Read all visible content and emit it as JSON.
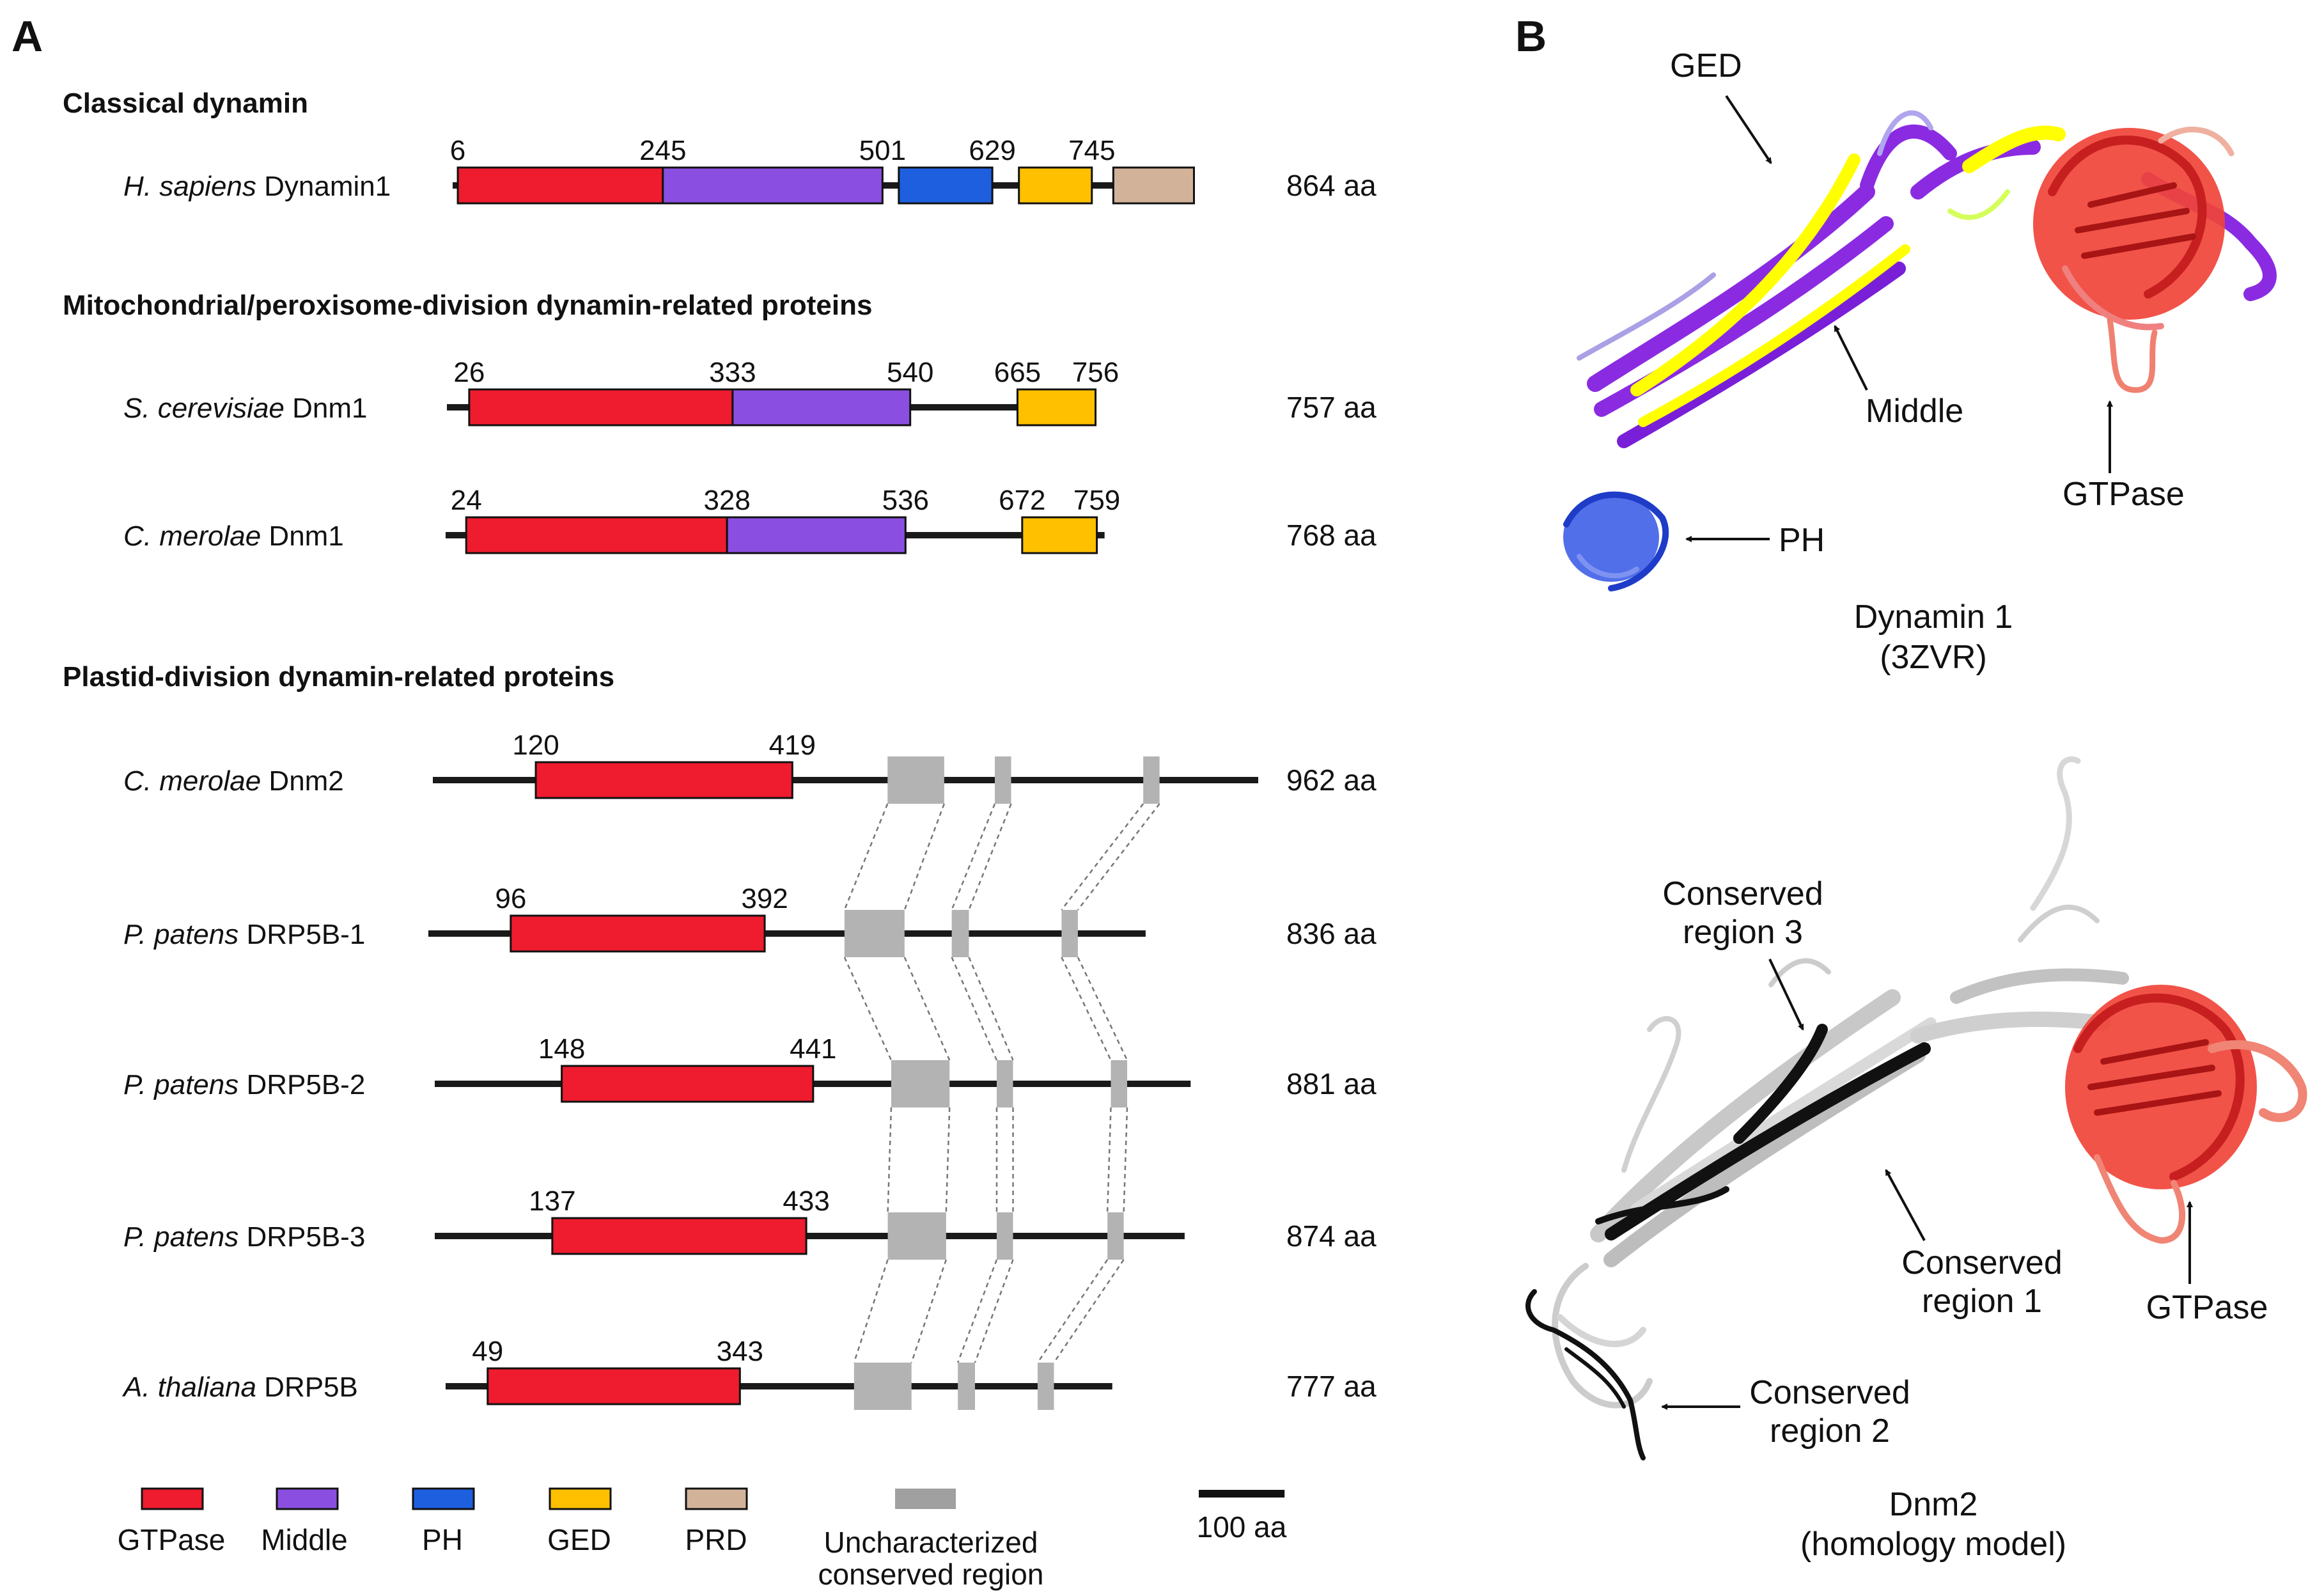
{
  "panel_a": {
    "label": "A",
    "sections": {
      "classical": "Classical dynamin",
      "mito": "Mitochondrial/peroxisome-division dynamin-related proteins",
      "plastid": "Plastid-division dynamin-related proteins"
    },
    "proteins": [
      {
        "species": "H. sapiens",
        "name": "Dynamin1",
        "length_label": "864 aa",
        "length": 864,
        "positions": [
          "6",
          "245",
          "501",
          "629",
          "745"
        ],
        "domains": [
          {
            "type": "GTPase",
            "start": 6,
            "end": 245
          },
          {
            "type": "Middle",
            "start": 245,
            "end": 501
          },
          {
            "type": "PH",
            "start": 520,
            "end": 629
          },
          {
            "type": "GED",
            "start": 660,
            "end": 745
          },
          {
            "type": "PRD",
            "start": 770,
            "end": 864
          }
        ],
        "ucr": []
      },
      {
        "species": "S. cerevisiae",
        "name": "Dnm1",
        "length_label": "757 aa",
        "length": 757,
        "positions": [
          "26",
          "333",
          "540",
          "665",
          "756"
        ],
        "domains": [
          {
            "type": "GTPase",
            "start": 26,
            "end": 333
          },
          {
            "type": "Middle",
            "start": 333,
            "end": 540
          },
          {
            "type": "GED",
            "start": 665,
            "end": 756
          }
        ],
        "ucr": []
      },
      {
        "species": "C. merolae",
        "name": "Dnm1",
        "length_label": "768 aa",
        "length": 768,
        "positions": [
          "24",
          "328",
          "536",
          "672",
          "759"
        ],
        "domains": [
          {
            "type": "GTPase",
            "start": 24,
            "end": 328
          },
          {
            "type": "Middle",
            "start": 328,
            "end": 536
          },
          {
            "type": "GED",
            "start": 672,
            "end": 759
          }
        ],
        "ucr": []
      },
      {
        "species": "C. merolae",
        "name": "Dnm2",
        "length_label": "962 aa",
        "length": 962,
        "positions": [
          "120",
          "419"
        ],
        "domains": [
          {
            "type": "GTPase",
            "start": 120,
            "end": 419
          }
        ],
        "ucr": [
          [
            530,
            596
          ],
          [
            655,
            674
          ],
          [
            828,
            847
          ]
        ]
      },
      {
        "species": "P. patens",
        "name": "DRP5B-1",
        "length_label": "836 aa",
        "length": 836,
        "positions": [
          "96",
          "392"
        ],
        "domains": [
          {
            "type": "GTPase",
            "start": 96,
            "end": 392
          }
        ],
        "ucr": [
          [
            485,
            555
          ],
          [
            610,
            630
          ],
          [
            738,
            757
          ]
        ]
      },
      {
        "species": "P. patens",
        "name": "DRP5B-2",
        "length_label": "881 aa",
        "length": 881,
        "positions": [
          "148",
          "441"
        ],
        "domains": [
          {
            "type": "GTPase",
            "start": 148,
            "end": 441
          }
        ],
        "ucr": [
          [
            532,
            600
          ],
          [
            655,
            674
          ],
          [
            788,
            807
          ]
        ]
      },
      {
        "species": "P. patens",
        "name": "DRP5B-3",
        "length_label": "874 aa",
        "length": 874,
        "positions": [
          "137",
          "433"
        ],
        "domains": [
          {
            "type": "GTPase",
            "start": 137,
            "end": 433
          }
        ],
        "ucr": [
          [
            528,
            596
          ],
          [
            655,
            674
          ],
          [
            784,
            803
          ]
        ]
      },
      {
        "species": "A. thaliana",
        "name": "DRP5B",
        "length_label": "777 aa",
        "length": 777,
        "positions": [
          "49",
          "343"
        ],
        "domains": [
          {
            "type": "GTPase",
            "start": 49,
            "end": 343
          }
        ],
        "ucr": [
          [
            476,
            543
          ],
          [
            597,
            617
          ],
          [
            690,
            709
          ]
        ]
      }
    ],
    "legend": [
      {
        "type": "GTPase",
        "label": "GTPase"
      },
      {
        "type": "Middle",
        "label": "Middle"
      },
      {
        "type": "PH",
        "label": "PH"
      },
      {
        "type": "GED",
        "label": "GED"
      },
      {
        "type": "PRD",
        "label": "PRD"
      },
      {
        "type": "UCR",
        "label_line1": "Uncharacterized",
        "label_line2": "conserved region"
      }
    ],
    "scale_bar": {
      "label": "100 aa",
      "aa": 100
    },
    "colors": {
      "GTPase": "#ee1c2e",
      "Middle": "#8a4fe0",
      "PH": "#1e5fe0",
      "GED": "#ffc000",
      "PRD": "#d2b39a",
      "UCR": "#b3b3b3",
      "backbone": "#1a1a1a"
    }
  },
  "panel_b": {
    "label": "B",
    "dynamin1": {
      "labels": {
        "ged": "GED",
        "middle": "Middle",
        "gtpase": "GTPase",
        "ph": "PH"
      },
      "caption_line1": "Dynamin 1",
      "caption_line2": "(3ZVR)"
    },
    "dnm2": {
      "labels": {
        "cr3_line1": "Conserved",
        "cr3_line2": "region 3",
        "cr1_line1": "Conserved",
        "cr1_line2": "region 1",
        "cr2_line1": "Conserved",
        "cr2_line2": "region 2",
        "gtpase": "GTPase"
      },
      "caption_line1": "Dnm2",
      "caption_line2": "(homology model)"
    }
  }
}
